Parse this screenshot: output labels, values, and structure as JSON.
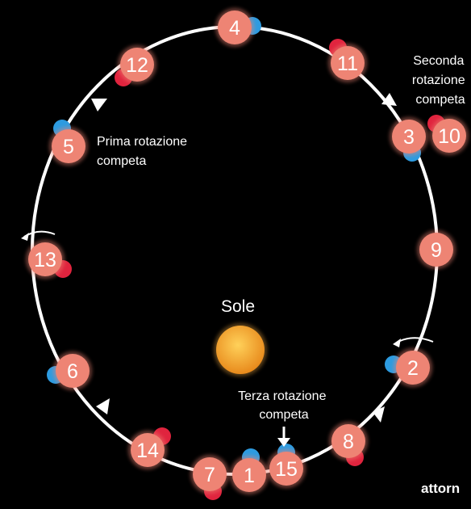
{
  "sun": {
    "label": "Sole"
  },
  "annotations": {
    "first": [
      "Prima rotazione",
      "competa"
    ],
    "second": [
      "Seconda",
      "rotazione",
      "competa"
    ],
    "third": [
      "Terza rotazione",
      "competa"
    ],
    "corner": "attorn"
  },
  "positions": [
    {
      "number": "1",
      "dot": "blue"
    },
    {
      "number": "2",
      "dot": "blue"
    },
    {
      "number": "3",
      "dot": "blue"
    },
    {
      "number": "4",
      "dot": "blue"
    },
    {
      "number": "5",
      "dot": "blue"
    },
    {
      "number": "6",
      "dot": "blue"
    },
    {
      "number": "7",
      "dot": "red"
    },
    {
      "number": "8",
      "dot": "red"
    },
    {
      "number": "9",
      "dot": "red"
    },
    {
      "number": "10",
      "dot": "red"
    },
    {
      "number": "11",
      "dot": "red"
    },
    {
      "number": "12",
      "dot": "red"
    },
    {
      "number": "13",
      "dot": "red"
    },
    {
      "number": "14",
      "dot": "red"
    },
    {
      "number": "15",
      "dot": "blue"
    }
  ],
  "colors": {
    "orbit": "#ffffff",
    "planet": "#ee8474",
    "dot_blue": "#2d9be0",
    "dot_red": "#e0243e",
    "sun_inner": "#ffd15a",
    "sun_outer": "#e88a1c"
  }
}
